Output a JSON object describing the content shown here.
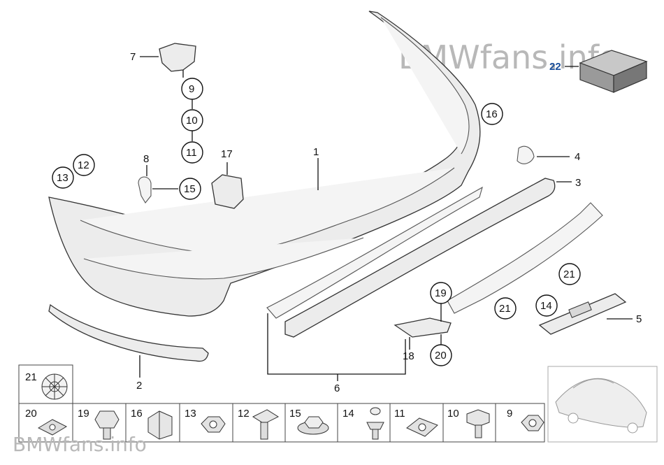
{
  "watermark_top": "BMWfans.info",
  "watermark_bottom": "BMWfans.info",
  "callouts": {
    "c1": "1",
    "c2": "2",
    "c3": "3",
    "c4": "4",
    "c5": "5",
    "c6": "6",
    "c7": "7",
    "c8": "8",
    "c9": "9",
    "c10": "10",
    "c11": "11",
    "c12": "12",
    "c13": "13",
    "c14": "14",
    "c15": "15",
    "c16": "16",
    "c17": "17",
    "c18": "18",
    "c19": "19",
    "c20": "20",
    "c21a": "21",
    "c21b": "21",
    "c22": "22"
  },
  "thumbnails": [
    {
      "label": "21",
      "icon": "clip-rosette-icon"
    },
    {
      "label": "20",
      "icon": "spring-nut-icon"
    },
    {
      "label": "19",
      "icon": "hex-collar-screw-icon"
    },
    {
      "label": "16",
      "icon": "clamp-bracket-icon"
    },
    {
      "label": "13",
      "icon": "hex-nut-icon"
    },
    {
      "label": "12",
      "icon": "rivet-icon"
    },
    {
      "label": "15",
      "icon": "flange-nut-icon"
    },
    {
      "label": "14",
      "icon": "expanding-rivet-icon"
    },
    {
      "label": "11",
      "icon": "clip-nut-icon"
    },
    {
      "label": "10",
      "icon": "collar-screw-icon"
    },
    {
      "label": "9",
      "icon": "nut-icon"
    }
  ]
}
